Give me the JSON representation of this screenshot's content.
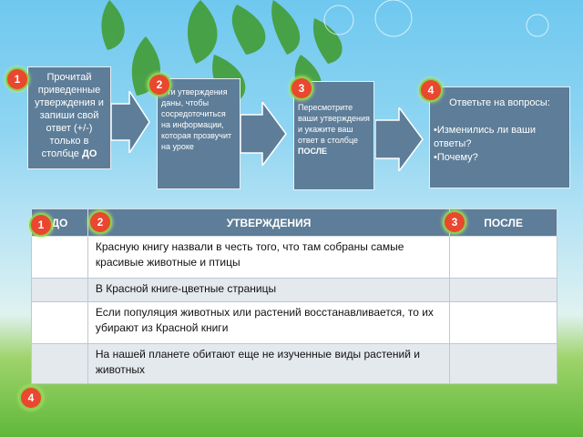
{
  "steps": [
    {
      "num": "1",
      "text": "Прочитай приведенные утверждения и запиши свой ответ (+/-) только в столбце",
      "bold": "ДО"
    },
    {
      "num": "2",
      "text": "Эти утверждения даны, чтобы сосредоточиться на информации, которая прозвучит на уроке"
    },
    {
      "num": "3",
      "text": "Пересмотрите ваши утверждения и укажите ваш ответ в столбце",
      "bold": "ПОСЛЕ"
    },
    {
      "num": "4",
      "title": "Ответьте на вопросы:",
      "bullets": [
        "Изменились ли ваши ответы?",
        "Почему?"
      ]
    }
  ],
  "table": {
    "headers": {
      "before": "ДО",
      "statements": "УТВЕРЖДЕНИЯ",
      "after": "ПОСЛЕ"
    },
    "rows": [
      {
        "statement": "Красную книгу назвали в честь того, что там собраны самые красивые животные и птицы"
      },
      {
        "statement": "В Красной книге-цветные страницы"
      },
      {
        "statement": "Если популяция животных или растений восстанавливается, то их убирают из Красной книги"
      },
      {
        "statement": "На нашей планете обитают еще не изученные виды растений и животных"
      }
    ]
  },
  "table_badges": [
    "1",
    "2",
    "3",
    "4"
  ],
  "colors": {
    "box": "#5d7d98",
    "badge": "#e9472f",
    "arrow": "#5d7d98"
  }
}
